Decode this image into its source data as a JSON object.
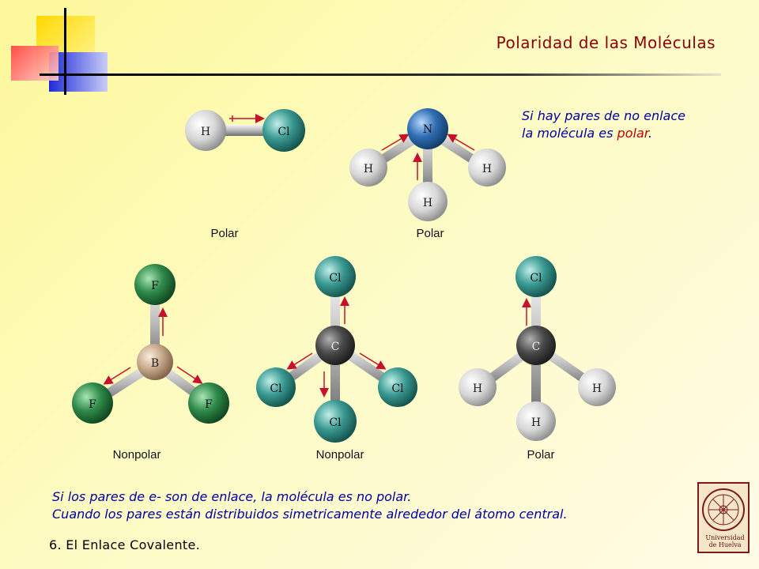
{
  "slide": {
    "title": "Polaridad de las Moléculas",
    "footer": "6. El Enlace Covalente.",
    "note_top": {
      "line1": "Si hay pares de no enlace",
      "line2_prefix": "la molécula es ",
      "line2_highlight": "polar",
      "line2_suffix": "."
    },
    "note_bottom": {
      "line1": "Si los pares de e- son de enlace, la molécula es no polar.",
      "line2": "Cuando los pares están distribuidos simetricamente alrededor del átomo central."
    },
    "logo": {
      "line1": "Universidad",
      "line2": "de Huelva"
    }
  },
  "molecules": {
    "hcl": {
      "atoms": [
        "H",
        "Cl"
      ],
      "caption": "Polar"
    },
    "nh3": {
      "atoms": [
        "N",
        "H",
        "H",
        "H"
      ],
      "caption": "Polar"
    },
    "bf3": {
      "atoms": [
        "B",
        "F",
        "F",
        "F"
      ],
      "caption": "Nonpolar"
    },
    "ccl4": {
      "atoms": [
        "C",
        "Cl",
        "Cl",
        "Cl",
        "Cl"
      ],
      "caption": "Nonpolar"
    },
    "ch3cl": {
      "atoms": [
        "C",
        "Cl",
        "H",
        "H",
        "H"
      ],
      "caption": "Polar"
    }
  },
  "colors": {
    "title": "#8b0000",
    "note": "#0000a0",
    "highlight": "#c00000",
    "arrow": "#c8102e",
    "hydrogen": "#d9d9d9",
    "chlorine": "#3a9a93",
    "nitrogen": "#2f6fb4",
    "fluorine": "#2f8a4a",
    "boron": "#c8a98a",
    "carbon": "#4a4a4a"
  }
}
